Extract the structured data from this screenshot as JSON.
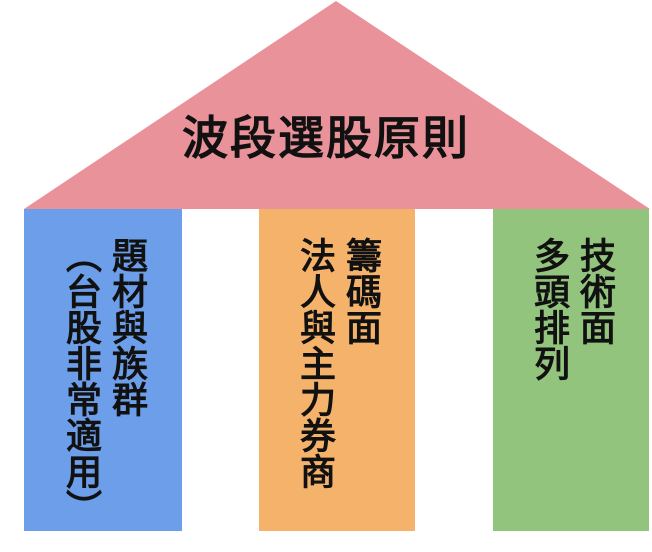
{
  "title": "波段選股原則",
  "colors": {
    "roof": "#ea9299",
    "pillar_1": "#6d9eea",
    "pillar_2": "#f5b26b",
    "pillar_3": "#93c47d"
  },
  "pillars": [
    {
      "lines": [
        "題材與族群",
        "（台股非常適用）"
      ]
    },
    {
      "lines": [
        "籌碼面",
        "法人與主力券商"
      ]
    },
    {
      "lines": [
        "技術面",
        "多頭排列"
      ]
    }
  ]
}
